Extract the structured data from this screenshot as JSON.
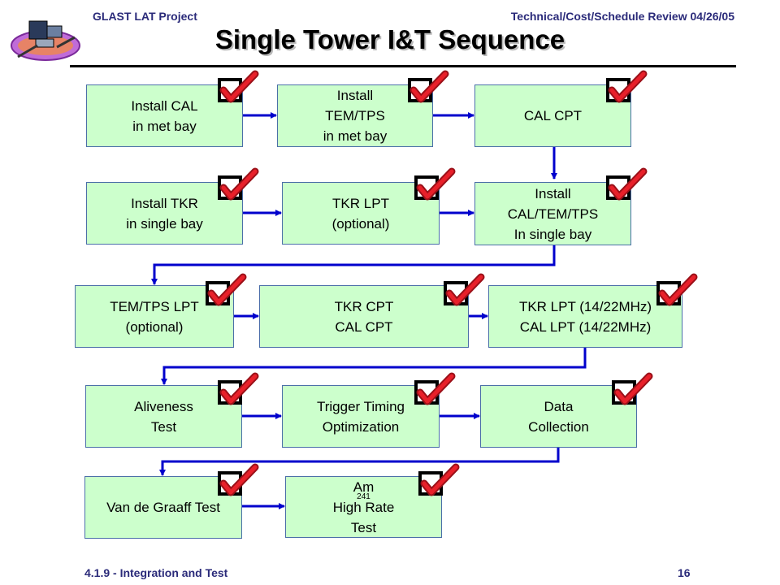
{
  "header": {
    "left": "GLAST LAT Project",
    "right": "Technical/Cost/Schedule Review 04/26/05",
    "title": "Single Tower I&T Sequence"
  },
  "logo_icon": "glast-satellite-logo",
  "check_icon": "red-checkmark-in-box",
  "colors": {
    "box_fill": "#ccffcc",
    "box_border": "#4a6fa8",
    "arrow": "#0000cc",
    "check": "#e8202a"
  },
  "steps": [
    {
      "lines": [
        "Install CAL",
        "in met bay"
      ]
    },
    {
      "lines": [
        "Install",
        "TEM/TPS",
        "in met bay"
      ]
    },
    {
      "lines": [
        "CAL CPT"
      ]
    },
    {
      "lines": [
        "Install TKR",
        "in single bay"
      ]
    },
    {
      "lines": [
        "TKR LPT",
        "(optional)"
      ]
    },
    {
      "lines": [
        "Install",
        "CAL/TEM/TPS",
        "In single bay"
      ]
    },
    {
      "lines": [
        "TEM/TPS LPT",
        "(optional)"
      ]
    },
    {
      "lines": [
        "TKR CPT",
        "CAL CPT"
      ]
    },
    {
      "lines": [
        "TKR LPT (14/22MHz)",
        "CAL LPT (14/22MHz)"
      ]
    },
    {
      "lines": [
        "Aliveness",
        "Test"
      ]
    },
    {
      "lines": [
        "Trigger Timing",
        "Optimization"
      ]
    },
    {
      "lines": [
        "Data",
        "Collection"
      ]
    },
    {
      "lines": [
        "Van de Graaff Test"
      ]
    },
    {
      "line1_pre": "Am",
      "line1_sup": "241",
      "line1_post": " High Rate",
      "line2": "Test"
    }
  ],
  "footer": {
    "left": "4.1.9 - Integration and Test",
    "right": "16"
  }
}
